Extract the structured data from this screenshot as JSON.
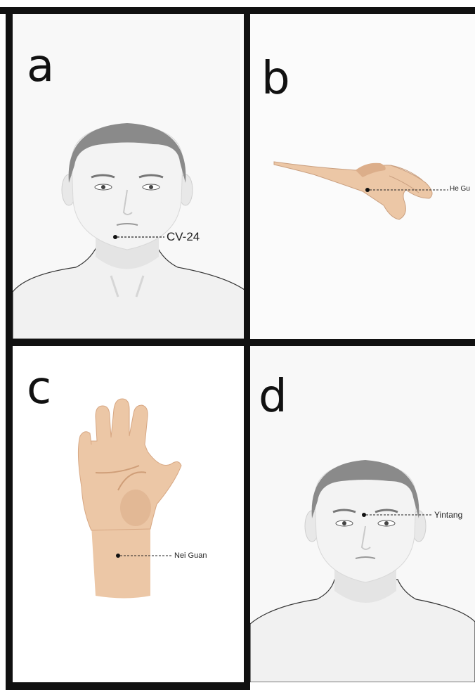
{
  "panels": [
    {
      "letter": "a",
      "point_label": "CV-24"
    },
    {
      "letter": "b",
      "point_label": "He Gu"
    },
    {
      "letter": "c",
      "point_label": "Nei Guan"
    },
    {
      "letter": "d",
      "point_label": "Yintang"
    }
  ],
  "colors": {
    "skin": "#f2f2f2",
    "skin_shadow": "#e2e2e2",
    "hair": "#8a8a8a",
    "hand_skin": "#ecc7a6",
    "hand_shadow": "#dcae8a",
    "border": "#111111"
  }
}
